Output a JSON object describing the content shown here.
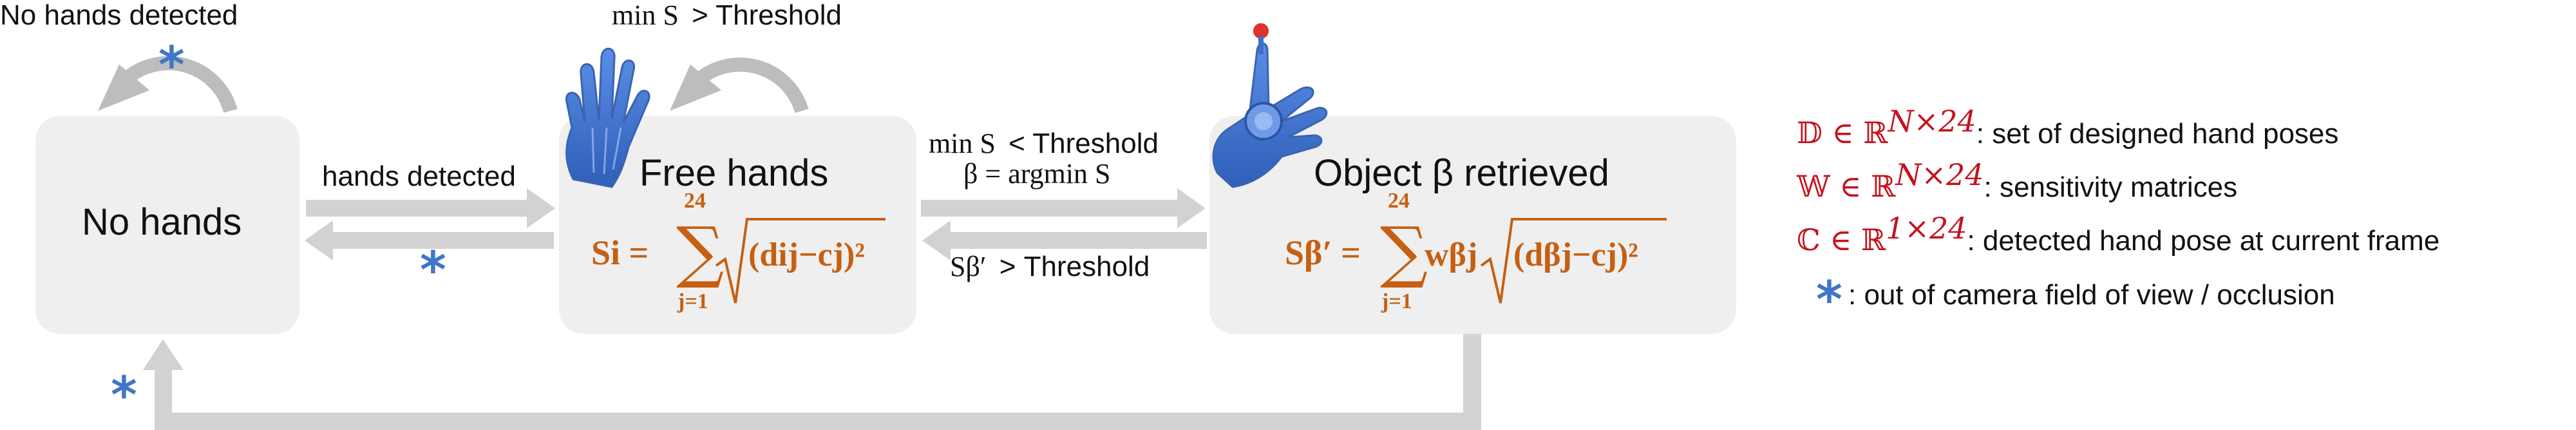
{
  "states": {
    "no_hands": {
      "title": "No hands"
    },
    "free_hands": {
      "title": "Free hands"
    },
    "object_retrieved": {
      "title": "Object β retrieved"
    }
  },
  "transitions": {
    "no_hands_self": "No hands detected",
    "free_self_lhs": "min S",
    "free_self_rhs": "> Threshold",
    "hands_detected": "hands detected",
    "to_object_line1_lhs": "min S",
    "to_object_line1_rhs": "< Threshold",
    "to_object_line2": "β = argmin S",
    "to_free_lhs": "Sβ′",
    "to_free_rhs": "> Threshold",
    "occlusion_star": "*"
  },
  "formulas": {
    "free_hands": {
      "lhs": "Si =",
      "upper": "24",
      "lower": "j=1",
      "body": "(dij−cj)²"
    },
    "object": {
      "lhs": "Sβ′ =",
      "upper": "24",
      "lower": "j=1",
      "weight": "wβj",
      "body": "(dβj−cj)²"
    }
  },
  "legend": [
    {
      "symbol": "𝔻 ∈ ℝ",
      "sup": "N×24",
      "text": ": set of designed hand poses"
    },
    {
      "symbol": "𝕎 ∈ ℝ",
      "sup": "N×24",
      "text": ": sensitivity matrices"
    },
    {
      "symbol": "ℂ ∈ ℝ",
      "sup": "1×24",
      "text": ": detected hand pose at current frame"
    },
    {
      "symbol": "*",
      "sup": "",
      "text": ": out of camera field of view / occlusion"
    }
  ],
  "colors": {
    "box": "#efefef",
    "arrow": "#d2d2d2",
    "formula": "#c65f11",
    "legend_symbol": "#c4141e",
    "star": "#3f76c7",
    "hand": "#4a7fd8"
  },
  "icons": [
    "open-hand-icon",
    "grasping-hand-icon"
  ]
}
